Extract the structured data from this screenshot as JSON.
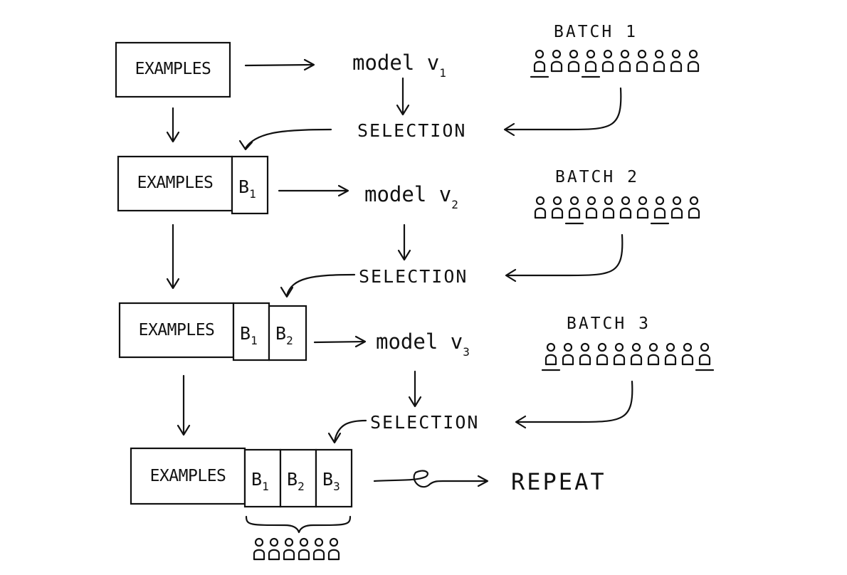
{
  "rows": [
    {
      "examples_label": "EXAMPLES",
      "model_label": "model v",
      "model_sub": "1",
      "batch_label": "BATCH 1",
      "cells": []
    },
    {
      "examples_label": "EXAMPLES",
      "model_label": "model v",
      "model_sub": "2",
      "batch_label": "BATCH 2",
      "cells": [
        {
          "letter": "B",
          "sub": "1"
        }
      ]
    },
    {
      "examples_label": "EXAMPLES",
      "model_label": "model v",
      "model_sub": "3",
      "batch_label": "BATCH 3",
      "cells": [
        {
          "letter": "B",
          "sub": "1"
        },
        {
          "letter": "B",
          "sub": "2"
        }
      ]
    },
    {
      "examples_label": "EXAMPLES",
      "cells": [
        {
          "letter": "B",
          "sub": "1"
        },
        {
          "letter": "B",
          "sub": "2"
        },
        {
          "letter": "B",
          "sub": "3"
        }
      ]
    }
  ],
  "selection_label": "SELECTION",
  "repeat_label": "REPEAT",
  "batches": [
    {
      "count": 10,
      "selected": [
        0,
        3
      ]
    },
    {
      "count": 10,
      "selected": [
        2,
        7
      ]
    },
    {
      "count": 10,
      "selected": [
        0,
        9
      ]
    }
  ],
  "pool": {
    "count": 6
  }
}
